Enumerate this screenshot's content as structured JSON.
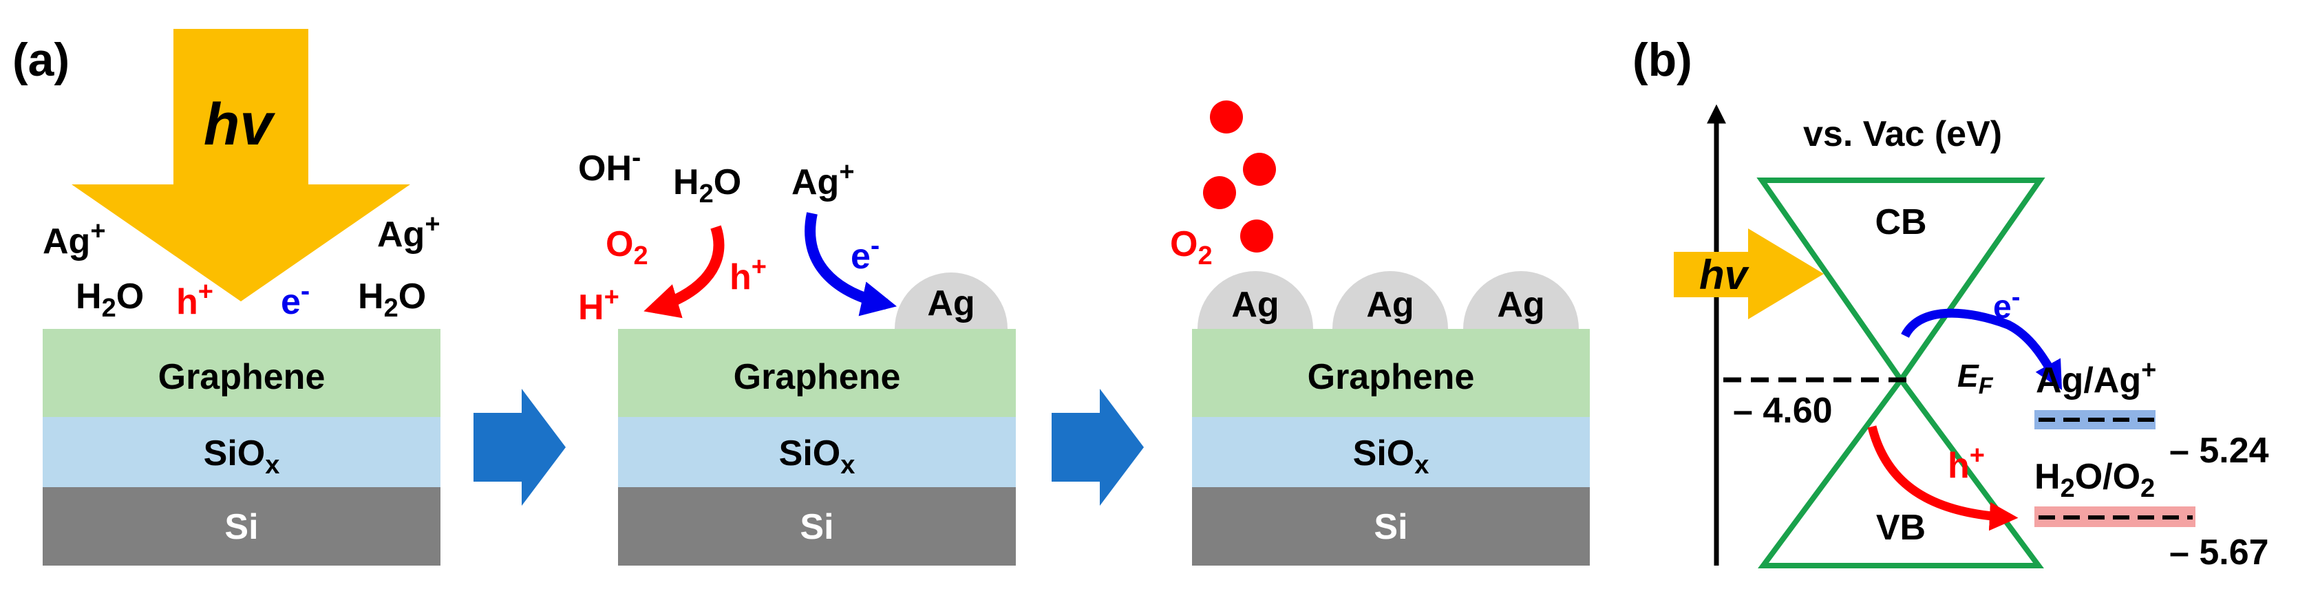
{
  "panel_a": {
    "label": "(a)",
    "light": "hv",
    "layers": {
      "graphene": "Graphene",
      "oxide": "SiOx",
      "oxide_base": "SiO",
      "oxide_sub": "x",
      "silicon": "Si"
    },
    "step1": {
      "ag_ion_left": "Ag",
      "ag_ion_right": "Ag",
      "ion_charge": "+",
      "water_left": "H",
      "water_left_end": "O",
      "water_right": "H",
      "water_right_end": "O",
      "water_sub": "2",
      "hole": "h",
      "hole_charge": "+",
      "electron": "e",
      "electron_charge": "-"
    },
    "step2": {
      "hydroxide": "OH",
      "hydroxide_charge": "-",
      "water": "H",
      "water_end": "O",
      "water_sub": "2",
      "ag_ion": "Ag",
      "ag_ion_charge": "+",
      "oxygen": "O",
      "oxygen_sub": "2",
      "proton": "H",
      "proton_charge": "+",
      "hole": "h",
      "hole_charge": "+",
      "electron": "e",
      "electron_charge": "-",
      "particle": "Ag"
    },
    "step3": {
      "oxygen": "O",
      "oxygen_sub": "2",
      "particles": [
        "Ag",
        "Ag",
        "Ag"
      ]
    }
  },
  "panel_b": {
    "label": "(b)",
    "axis_title": "vs. Vac (eV)",
    "light": "hv",
    "conduction_band": "CB",
    "valence_band": "VB",
    "fermi_level_label": "E",
    "fermi_level_sub": "F",
    "fermi_energy": "– 4.60",
    "electron": "e",
    "electron_charge": "-",
    "hole": "h",
    "hole_charge": "+",
    "couple_ag": "Ag/Ag",
    "couple_ag_charge": "+",
    "ag_energy": "– 5.24",
    "couple_water_a": "H",
    "couple_water_b": "O/O",
    "couple_water_sub": "2",
    "water_energy": "– 5.67"
  },
  "colors": {
    "graphene": "#b9dfb3",
    "oxide": "#b9d9ee",
    "silicon": "#808080",
    "light_arrow": "#fcbe00",
    "process_arrow": "#1b72c8",
    "red": "#ff0000",
    "blue": "#0000ee",
    "silver": "#d6d6d6",
    "cone": "#19a14b",
    "ag_level": "#8fb3e6",
    "water_level": "#f4a3a3"
  }
}
